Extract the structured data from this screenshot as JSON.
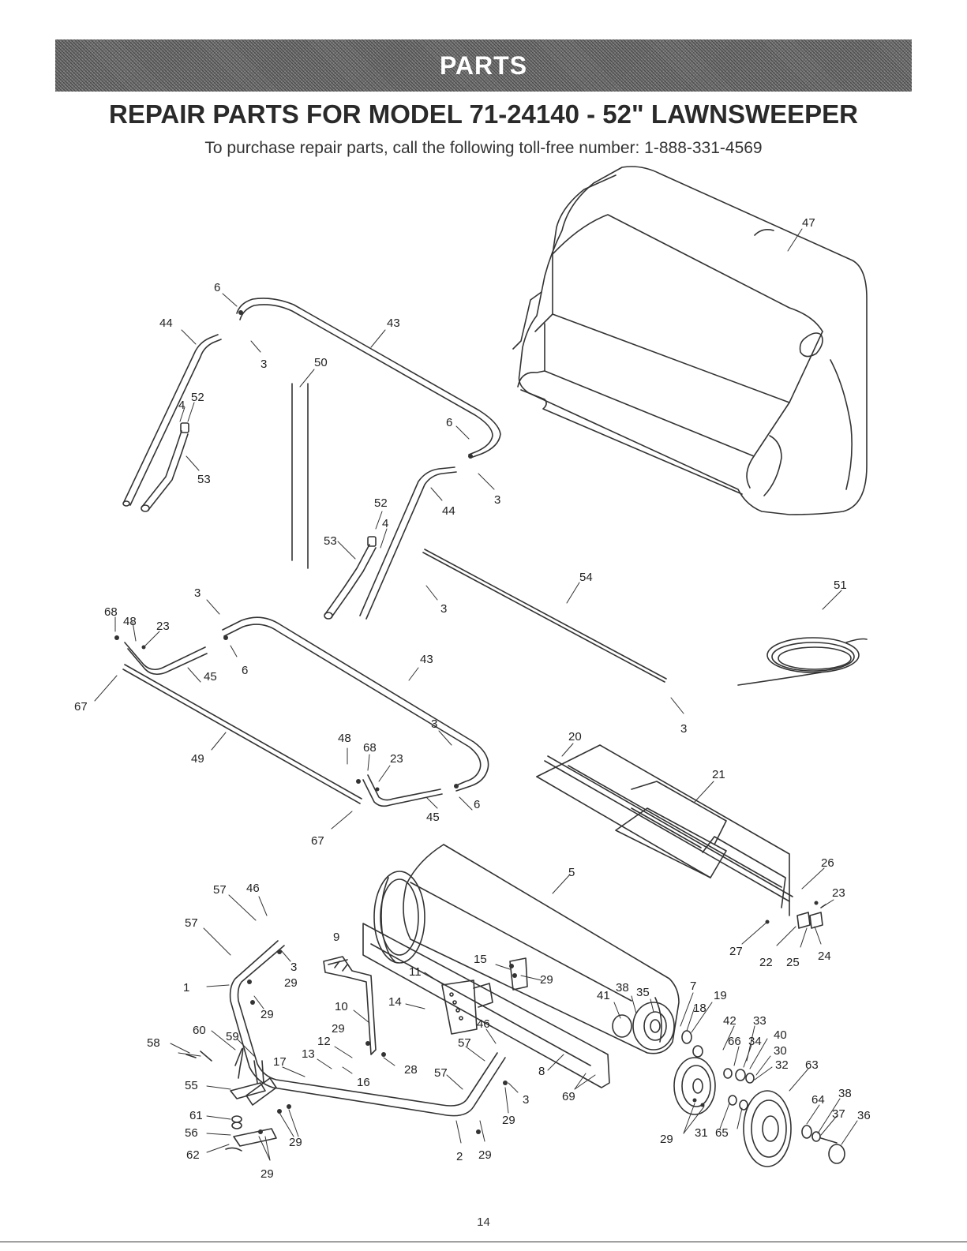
{
  "header": {
    "banner": "PARTS",
    "title": "REPAIR PARTS FOR MODEL 71-24140 - 52\" LAWNSWEEPER",
    "subtitle": "To purchase repair parts, call the following toll-free number: 1-888-331-4569"
  },
  "callouts": [
    {
      "id": "c47",
      "label": "47"
    },
    {
      "id": "c6a",
      "label": "6"
    },
    {
      "id": "c44a",
      "label": "44"
    },
    {
      "id": "c43a",
      "label": "43"
    },
    {
      "id": "c3a",
      "label": "3"
    },
    {
      "id": "c50",
      "label": "50"
    },
    {
      "id": "c4a",
      "label": "4"
    },
    {
      "id": "c52a",
      "label": "52"
    },
    {
      "id": "c53a",
      "label": "53"
    },
    {
      "id": "c6b",
      "label": "6"
    },
    {
      "id": "c3b",
      "label": "3"
    },
    {
      "id": "c44b",
      "label": "44"
    },
    {
      "id": "c52b",
      "label": "52"
    },
    {
      "id": "c4b",
      "label": "4"
    },
    {
      "id": "c53b",
      "label": "53"
    },
    {
      "id": "c3c",
      "label": "3"
    },
    {
      "id": "c54",
      "label": "54"
    },
    {
      "id": "c51",
      "label": "51"
    },
    {
      "id": "c68a",
      "label": "68"
    },
    {
      "id": "c48a",
      "label": "48"
    },
    {
      "id": "c3d",
      "label": "3"
    },
    {
      "id": "c23a",
      "label": "23"
    },
    {
      "id": "c45a",
      "label": "45"
    },
    {
      "id": "c6c",
      "label": "6"
    },
    {
      "id": "c43b",
      "label": "43"
    },
    {
      "id": "c67a",
      "label": "67"
    },
    {
      "id": "c3e",
      "label": "3"
    },
    {
      "id": "c49",
      "label": "49"
    },
    {
      "id": "c48b",
      "label": "48"
    },
    {
      "id": "c68b",
      "label": "68"
    },
    {
      "id": "c23b",
      "label": "23"
    },
    {
      "id": "c3f",
      "label": "3"
    },
    {
      "id": "c20",
      "label": "20"
    },
    {
      "id": "c21",
      "label": "21"
    },
    {
      "id": "c6d",
      "label": "6"
    },
    {
      "id": "c45b",
      "label": "45"
    },
    {
      "id": "c67b",
      "label": "67"
    },
    {
      "id": "c5",
      "label": "5"
    },
    {
      "id": "c26",
      "label": "26"
    },
    {
      "id": "c23c",
      "label": "23"
    },
    {
      "id": "c27",
      "label": "27"
    },
    {
      "id": "c22",
      "label": "22"
    },
    {
      "id": "c25",
      "label": "25"
    },
    {
      "id": "c24",
      "label": "24"
    },
    {
      "id": "c57a",
      "label": "57"
    },
    {
      "id": "c46a",
      "label": "46"
    },
    {
      "id": "c57b",
      "label": "57"
    },
    {
      "id": "c9",
      "label": "9"
    },
    {
      "id": "c3g",
      "label": "3"
    },
    {
      "id": "c29a",
      "label": "29"
    },
    {
      "id": "c1",
      "label": "1"
    },
    {
      "id": "c29b",
      "label": "29"
    },
    {
      "id": "c11",
      "label": "11"
    },
    {
      "id": "c15",
      "label": "15"
    },
    {
      "id": "c29c",
      "label": "29"
    },
    {
      "id": "c14",
      "label": "14"
    },
    {
      "id": "c10",
      "label": "10"
    },
    {
      "id": "c41",
      "label": "41"
    },
    {
      "id": "c38a",
      "label": "38"
    },
    {
      "id": "c35",
      "label": "35"
    },
    {
      "id": "c7",
      "label": "7"
    },
    {
      "id": "c19",
      "label": "19"
    },
    {
      "id": "c18",
      "label": "18"
    },
    {
      "id": "c60",
      "label": "60"
    },
    {
      "id": "c59",
      "label": "59"
    },
    {
      "id": "c29d",
      "label": "29"
    },
    {
      "id": "c46b",
      "label": "46"
    },
    {
      "id": "c42",
      "label": "42"
    },
    {
      "id": "c33",
      "label": "33"
    },
    {
      "id": "c58",
      "label": "58"
    },
    {
      "id": "c12",
      "label": "12"
    },
    {
      "id": "c57c",
      "label": "57"
    },
    {
      "id": "c66",
      "label": "66"
    },
    {
      "id": "c34",
      "label": "34"
    },
    {
      "id": "c40",
      "label": "40"
    },
    {
      "id": "c17",
      "label": "17"
    },
    {
      "id": "c13",
      "label": "13"
    },
    {
      "id": "c28",
      "label": "28"
    },
    {
      "id": "c8",
      "label": "8"
    },
    {
      "id": "c30",
      "label": "30"
    },
    {
      "id": "c16",
      "label": "16"
    },
    {
      "id": "c57d",
      "label": "57"
    },
    {
      "id": "c32",
      "label": "32"
    },
    {
      "id": "c63",
      "label": "63"
    },
    {
      "id": "c55",
      "label": "55"
    },
    {
      "id": "c3h",
      "label": "3"
    },
    {
      "id": "c69",
      "label": "69"
    },
    {
      "id": "c64",
      "label": "64"
    },
    {
      "id": "c38b",
      "label": "38"
    },
    {
      "id": "c61",
      "label": "61"
    },
    {
      "id": "c29e",
      "label": "29"
    },
    {
      "id": "c37",
      "label": "37"
    },
    {
      "id": "c36",
      "label": "36"
    },
    {
      "id": "c56",
      "label": "56"
    },
    {
      "id": "c29f",
      "label": "29"
    },
    {
      "id": "c29g",
      "label": "29"
    },
    {
      "id": "c31",
      "label": "31"
    },
    {
      "id": "c65",
      "label": "65"
    },
    {
      "id": "c62",
      "label": "62"
    },
    {
      "id": "c2",
      "label": "2"
    },
    {
      "id": "c29h",
      "label": "29"
    },
    {
      "id": "c29i",
      "label": "29"
    }
  ],
  "footer": {
    "page_number": "14"
  }
}
